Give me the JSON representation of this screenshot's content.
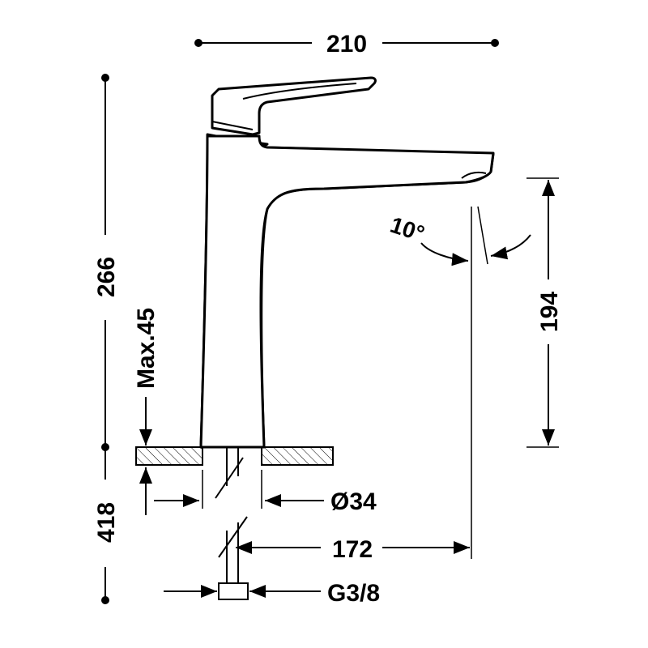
{
  "dimensions": {
    "total_width": "210",
    "total_height": "266",
    "spout_height": "194",
    "max_deck_thickness": "Max.45",
    "hose_length": "418",
    "base_diameter": "Ø34",
    "spout_reach": "172",
    "connection_thread": "G3/8",
    "spout_angle": "10°"
  },
  "colors": {
    "line": "#000000",
    "background": "#ffffff"
  }
}
